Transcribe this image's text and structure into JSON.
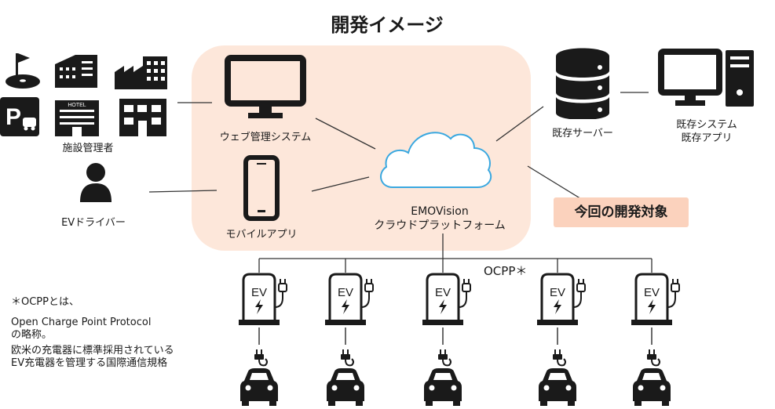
{
  "title": "開発イメージ",
  "labels": {
    "facility_manager": "施設管理者",
    "ev_driver": "EVドライバー",
    "web_admin_system": "ウェブ管理システム",
    "mobile_app": "モバイルアプリ",
    "platform_line1": "EMOVision",
    "platform_line2": "クラウドプラットフォーム",
    "existing_server": "既存サーバー",
    "existing_system_line1": "既存システム",
    "existing_system_line2": "既存アプリ",
    "callout": "今回の開発対象",
    "protocol": "OCPP＊",
    "charger_text": "EV",
    "hotel_sign": "HOTEL"
  },
  "notes": [
    "＊OCPPとは、",
    "Open Charge Point Protocol",
    "の略称。",
    "欧米の充電器に標準採用されている",
    "EV充電器を管理する国際通信規格"
  ],
  "colors": {
    "dev_zone_bg": "#fde7da",
    "callout_bg": "#fbd2bd",
    "cloud_stroke": "#3aa8e0",
    "icon": "#1a1a1a"
  },
  "icons": [
    "golf-flag-icon",
    "shopping-mall-icon",
    "factory-icon",
    "parking-icon",
    "hotel-icon",
    "apartment-icon",
    "person-icon",
    "monitor-icon",
    "smartphone-icon",
    "cloud-icon",
    "server-database-icon",
    "desktop-pc-icon",
    "ev-charger-icon",
    "plug-icon",
    "car-icon"
  ],
  "charger_count": 5
}
